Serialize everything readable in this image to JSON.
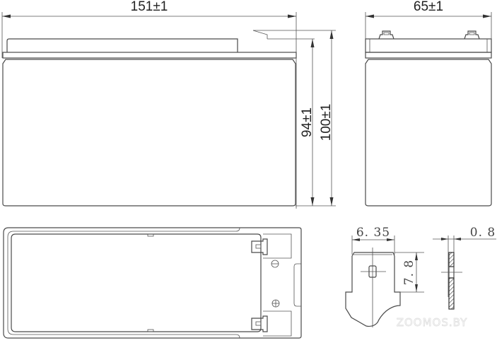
{
  "drawing": {
    "subject": "battery dimensional drawing",
    "line_color": "#4a4a4a",
    "background": "#ffffff"
  },
  "views": {
    "front": {
      "width_label": "151±1",
      "body_height_label": "94±1",
      "total_height_label": "100±1"
    },
    "side": {
      "width_label": "65±1"
    },
    "top": {
      "polarity_negative": "⊖",
      "polarity_positive": "⊕"
    },
    "terminal_detail": {
      "width_label": "6. 35",
      "height_label": "7. 8"
    },
    "terminal_thickness": {
      "thickness_label": "0. 8"
    }
  },
  "watermark": {
    "text": "ZOOMOS.BY"
  }
}
